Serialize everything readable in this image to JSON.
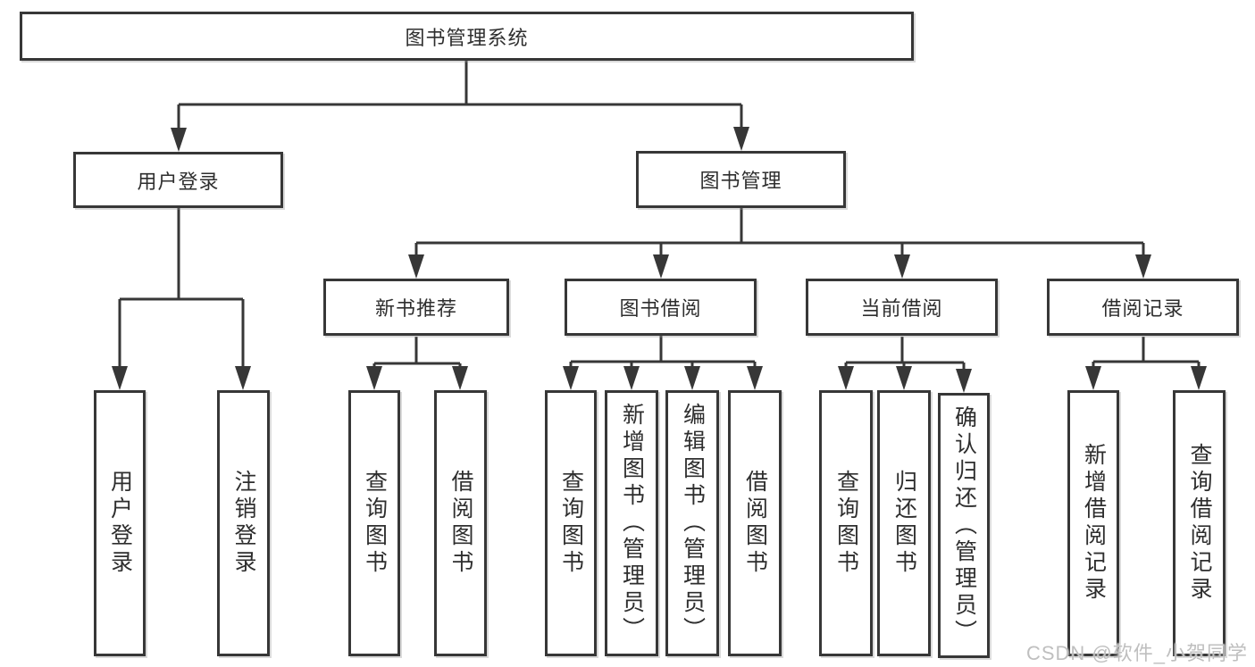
{
  "diagram": {
    "root": {
      "label": "图书管理系统"
    },
    "branches": [
      {
        "label": "用户登录",
        "leaves": [
          {
            "label": "用户登录"
          },
          {
            "label": "注销登录"
          }
        ]
      },
      {
        "label": "图书管理",
        "sections": [
          {
            "label": "新书推荐",
            "leaves": [
              {
                "label": "查询图书"
              },
              {
                "label": "借阅图书"
              }
            ]
          },
          {
            "label": "图书借阅",
            "leaves": [
              {
                "label": "查询图书"
              },
              {
                "label": "新增图书（管理员）"
              },
              {
                "label": "编辑图书（管理员）"
              },
              {
                "label": "借阅图书"
              }
            ]
          },
          {
            "label": "当前借阅",
            "leaves": [
              {
                "label": "查询图书"
              },
              {
                "label": "归还图书"
              },
              {
                "label": "确认归还（管理员）"
              }
            ]
          },
          {
            "label": "借阅记录",
            "leaves": [
              {
                "label": "新增借阅记录"
              },
              {
                "label": "查询借阅记录"
              }
            ]
          }
        ]
      }
    ]
  },
  "watermark": {
    "text": "CSDN @软件_小贺同学",
    "color": "#bfbfbf"
  },
  "colors": {
    "background": "#ffffff",
    "line": "#373737",
    "box_border": "#373737",
    "text": "#2e2e2e"
  }
}
